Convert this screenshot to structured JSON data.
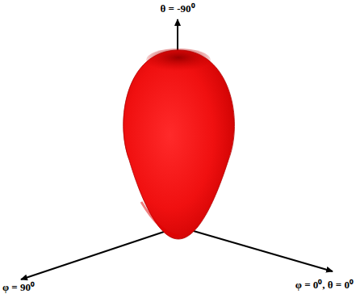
{
  "diagram": {
    "labels": [
      "θ = -90⁰",
      "φ = 90⁰",
      "φ = 0⁰, θ = 0⁰"
    ]
  }
}
